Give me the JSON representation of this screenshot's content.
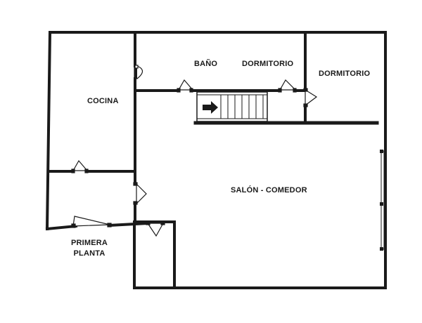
{
  "rooms": {
    "kitchen": "COCINA",
    "bathroom": "BAÑO",
    "bedroom_1": "DORMITORIO",
    "bedroom_2": "DORMITORIO",
    "living_dining": "SALÓN - COMEDOR"
  },
  "floor": {
    "line1": "PRIMERA",
    "line2": "PLANTA"
  },
  "colors": {
    "wall": "#1a1a1a",
    "door": "#1a1a1a",
    "background": "#ffffff"
  },
  "icons": {
    "stairs": "stairs-icon",
    "arrow": "arrow-right-icon"
  }
}
